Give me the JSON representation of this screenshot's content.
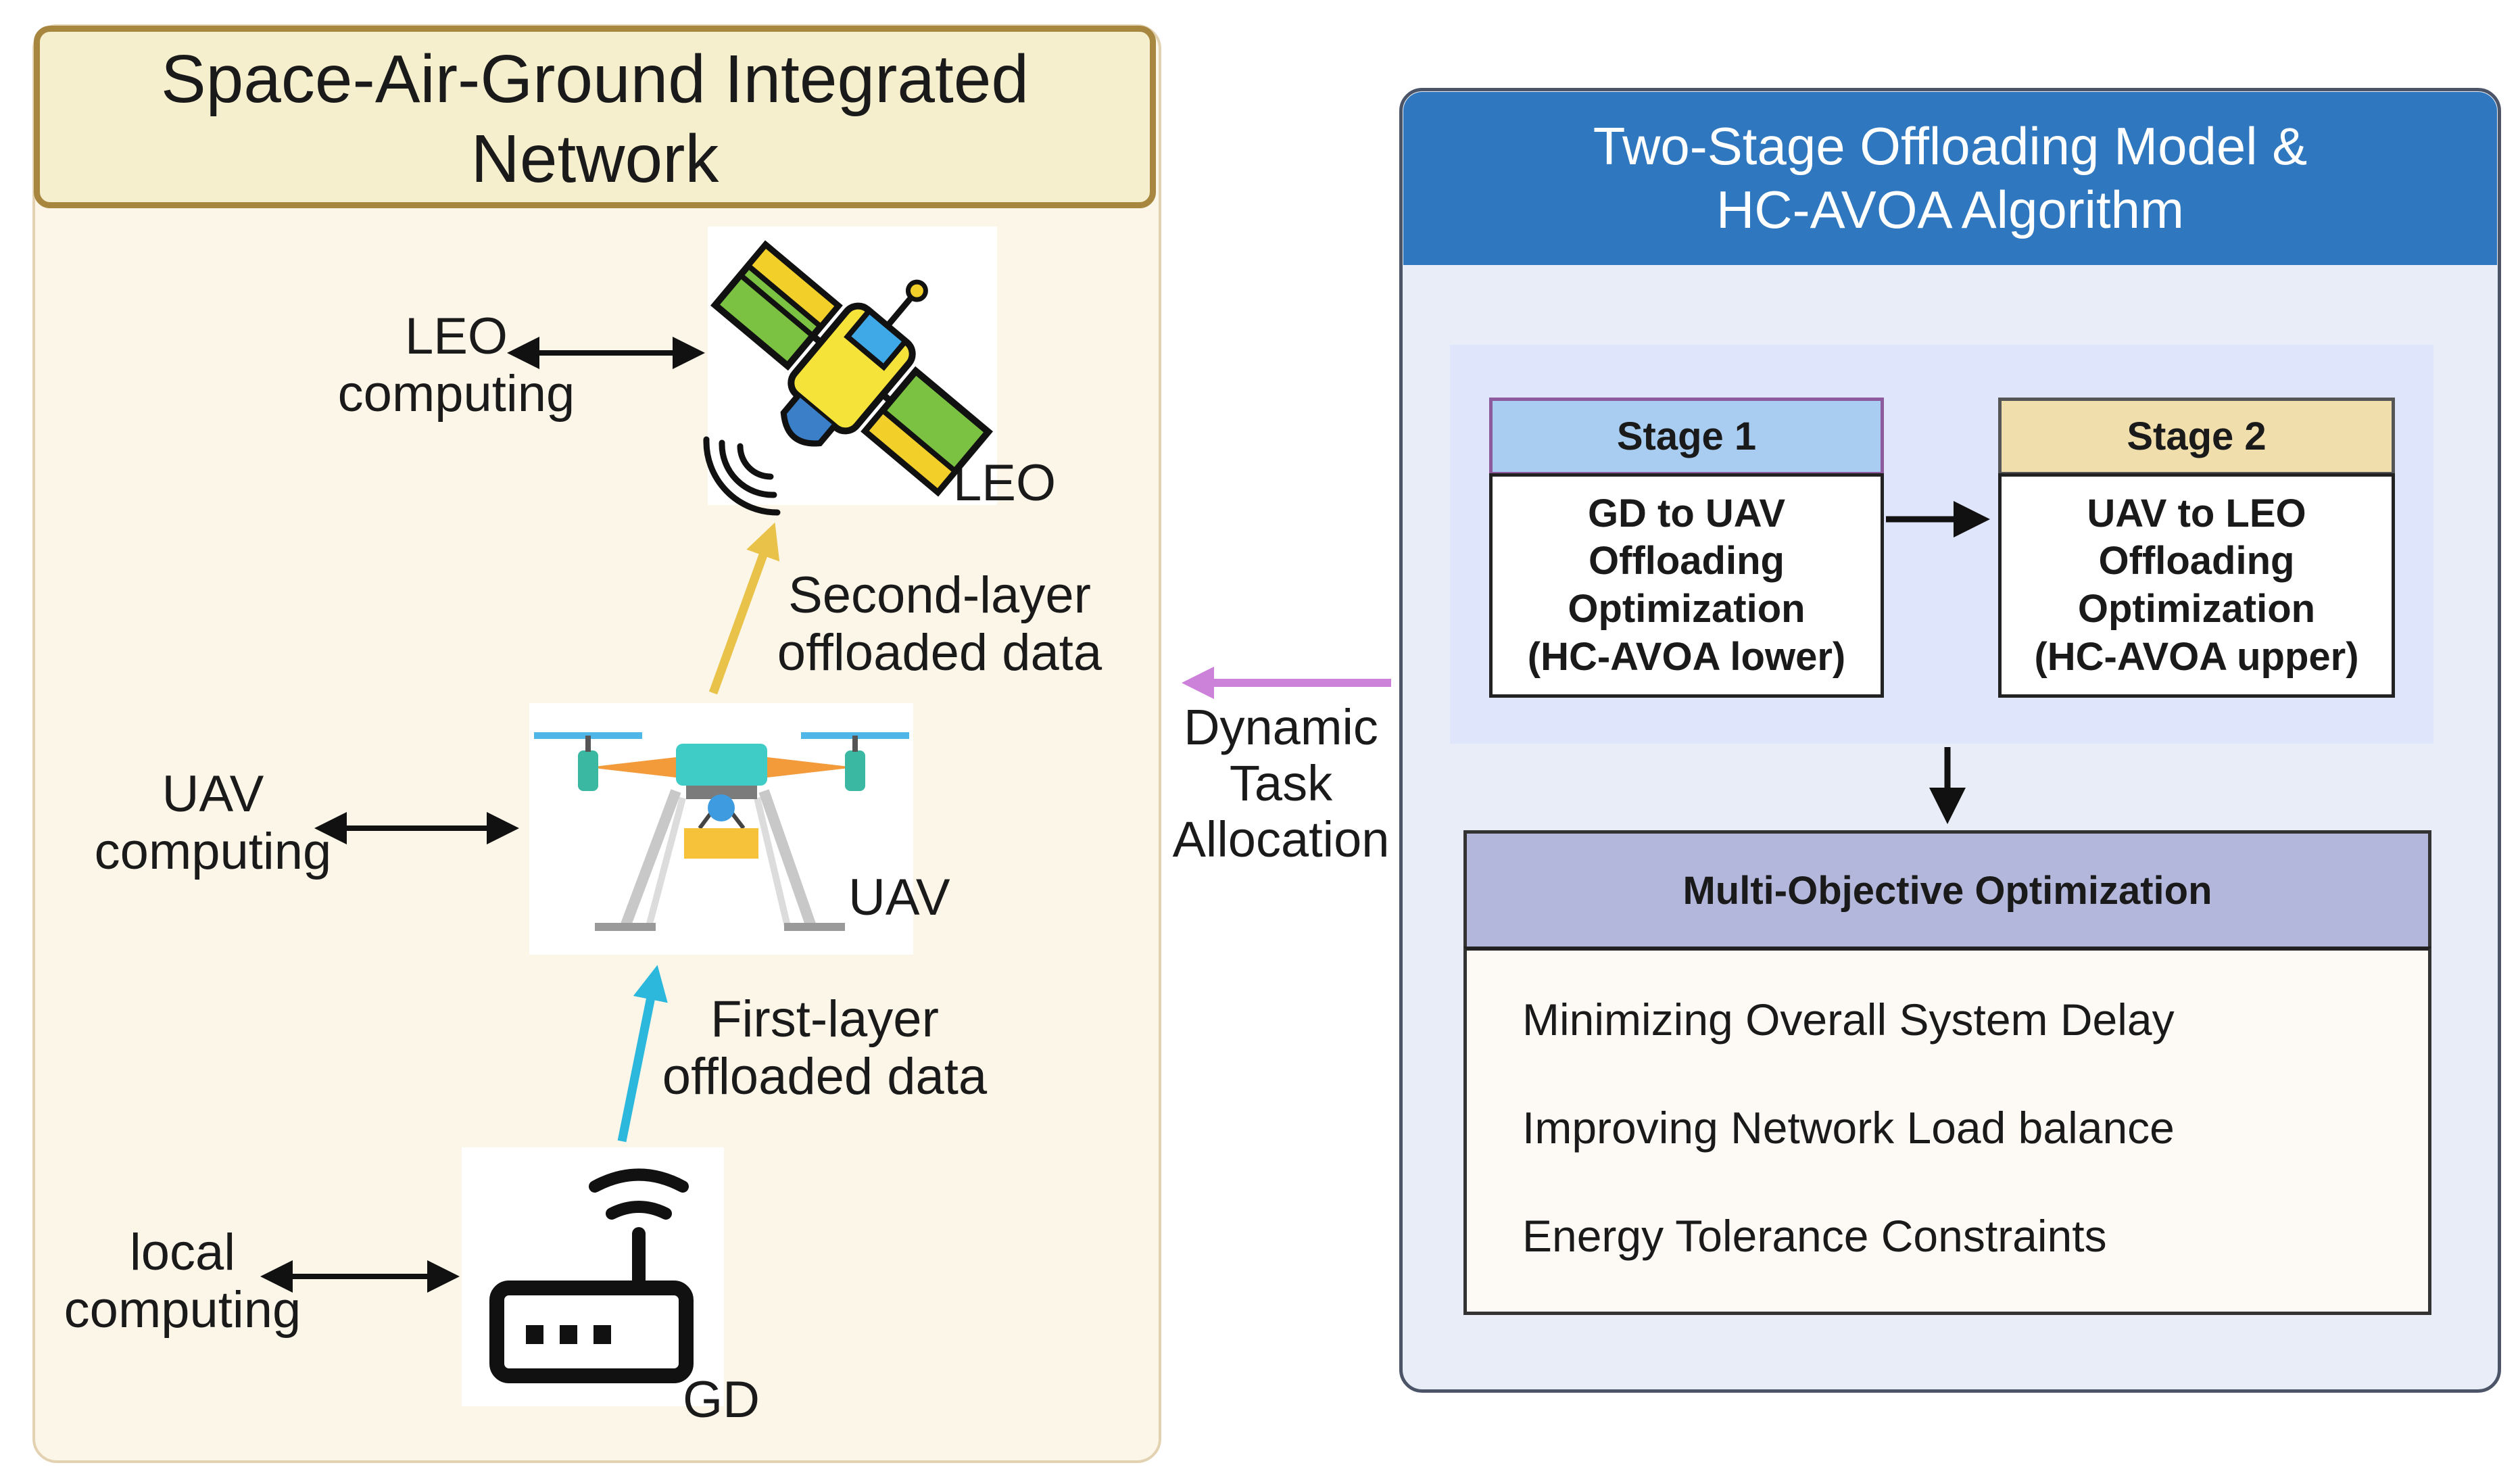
{
  "left_panel": {
    "title": "Space-Air-Ground Integrated\nNetwork",
    "leo": {
      "side_label": "LEO\ncomputing",
      "node_label": "LEO"
    },
    "uav": {
      "side_label": "UAV\ncomputing",
      "node_label": "UAV"
    },
    "gd": {
      "side_label": "local\ncomputing",
      "node_label": "GD"
    },
    "second_layer_label": "Second-layer\noffloaded data",
    "first_layer_label": "First-layer\noffloaded data"
  },
  "connector": {
    "label": "Dynamic\nTask\nAllocation"
  },
  "right_panel": {
    "title": "Two-Stage Offloading Model &\nHC-AVOA Algorithm",
    "stage1": {
      "header": "Stage 1",
      "lines": [
        "GD to UAV",
        "Offloading",
        "Optimization",
        "(HC-AVOA lower)"
      ]
    },
    "stage2": {
      "header": "Stage 2",
      "lines": [
        "UAV to LEO",
        "Offloading",
        "Optimization",
        "(HC-AVOA upper)"
      ]
    },
    "moo": {
      "header": "Multi-Objective Optimization",
      "objectives": [
        "Minimizing Overall System Delay",
        "Improving Network Load balance",
        "Energy Tolerance Constraints"
      ]
    }
  },
  "colors": {
    "left_panel_bg": "#fcf6e8",
    "title_box_bg": "#f6efcd",
    "title_box_border": "#a7873f",
    "right_header": "#2f78c0",
    "stage1_header": "#a9cdf0",
    "stage2_header": "#f0dfad",
    "moo_header": "#b4b7dc",
    "arrow_second_layer": "#e9c24a",
    "arrow_first_layer": "#2cb7dd",
    "arrow_dynamic": "#cc82d8"
  }
}
